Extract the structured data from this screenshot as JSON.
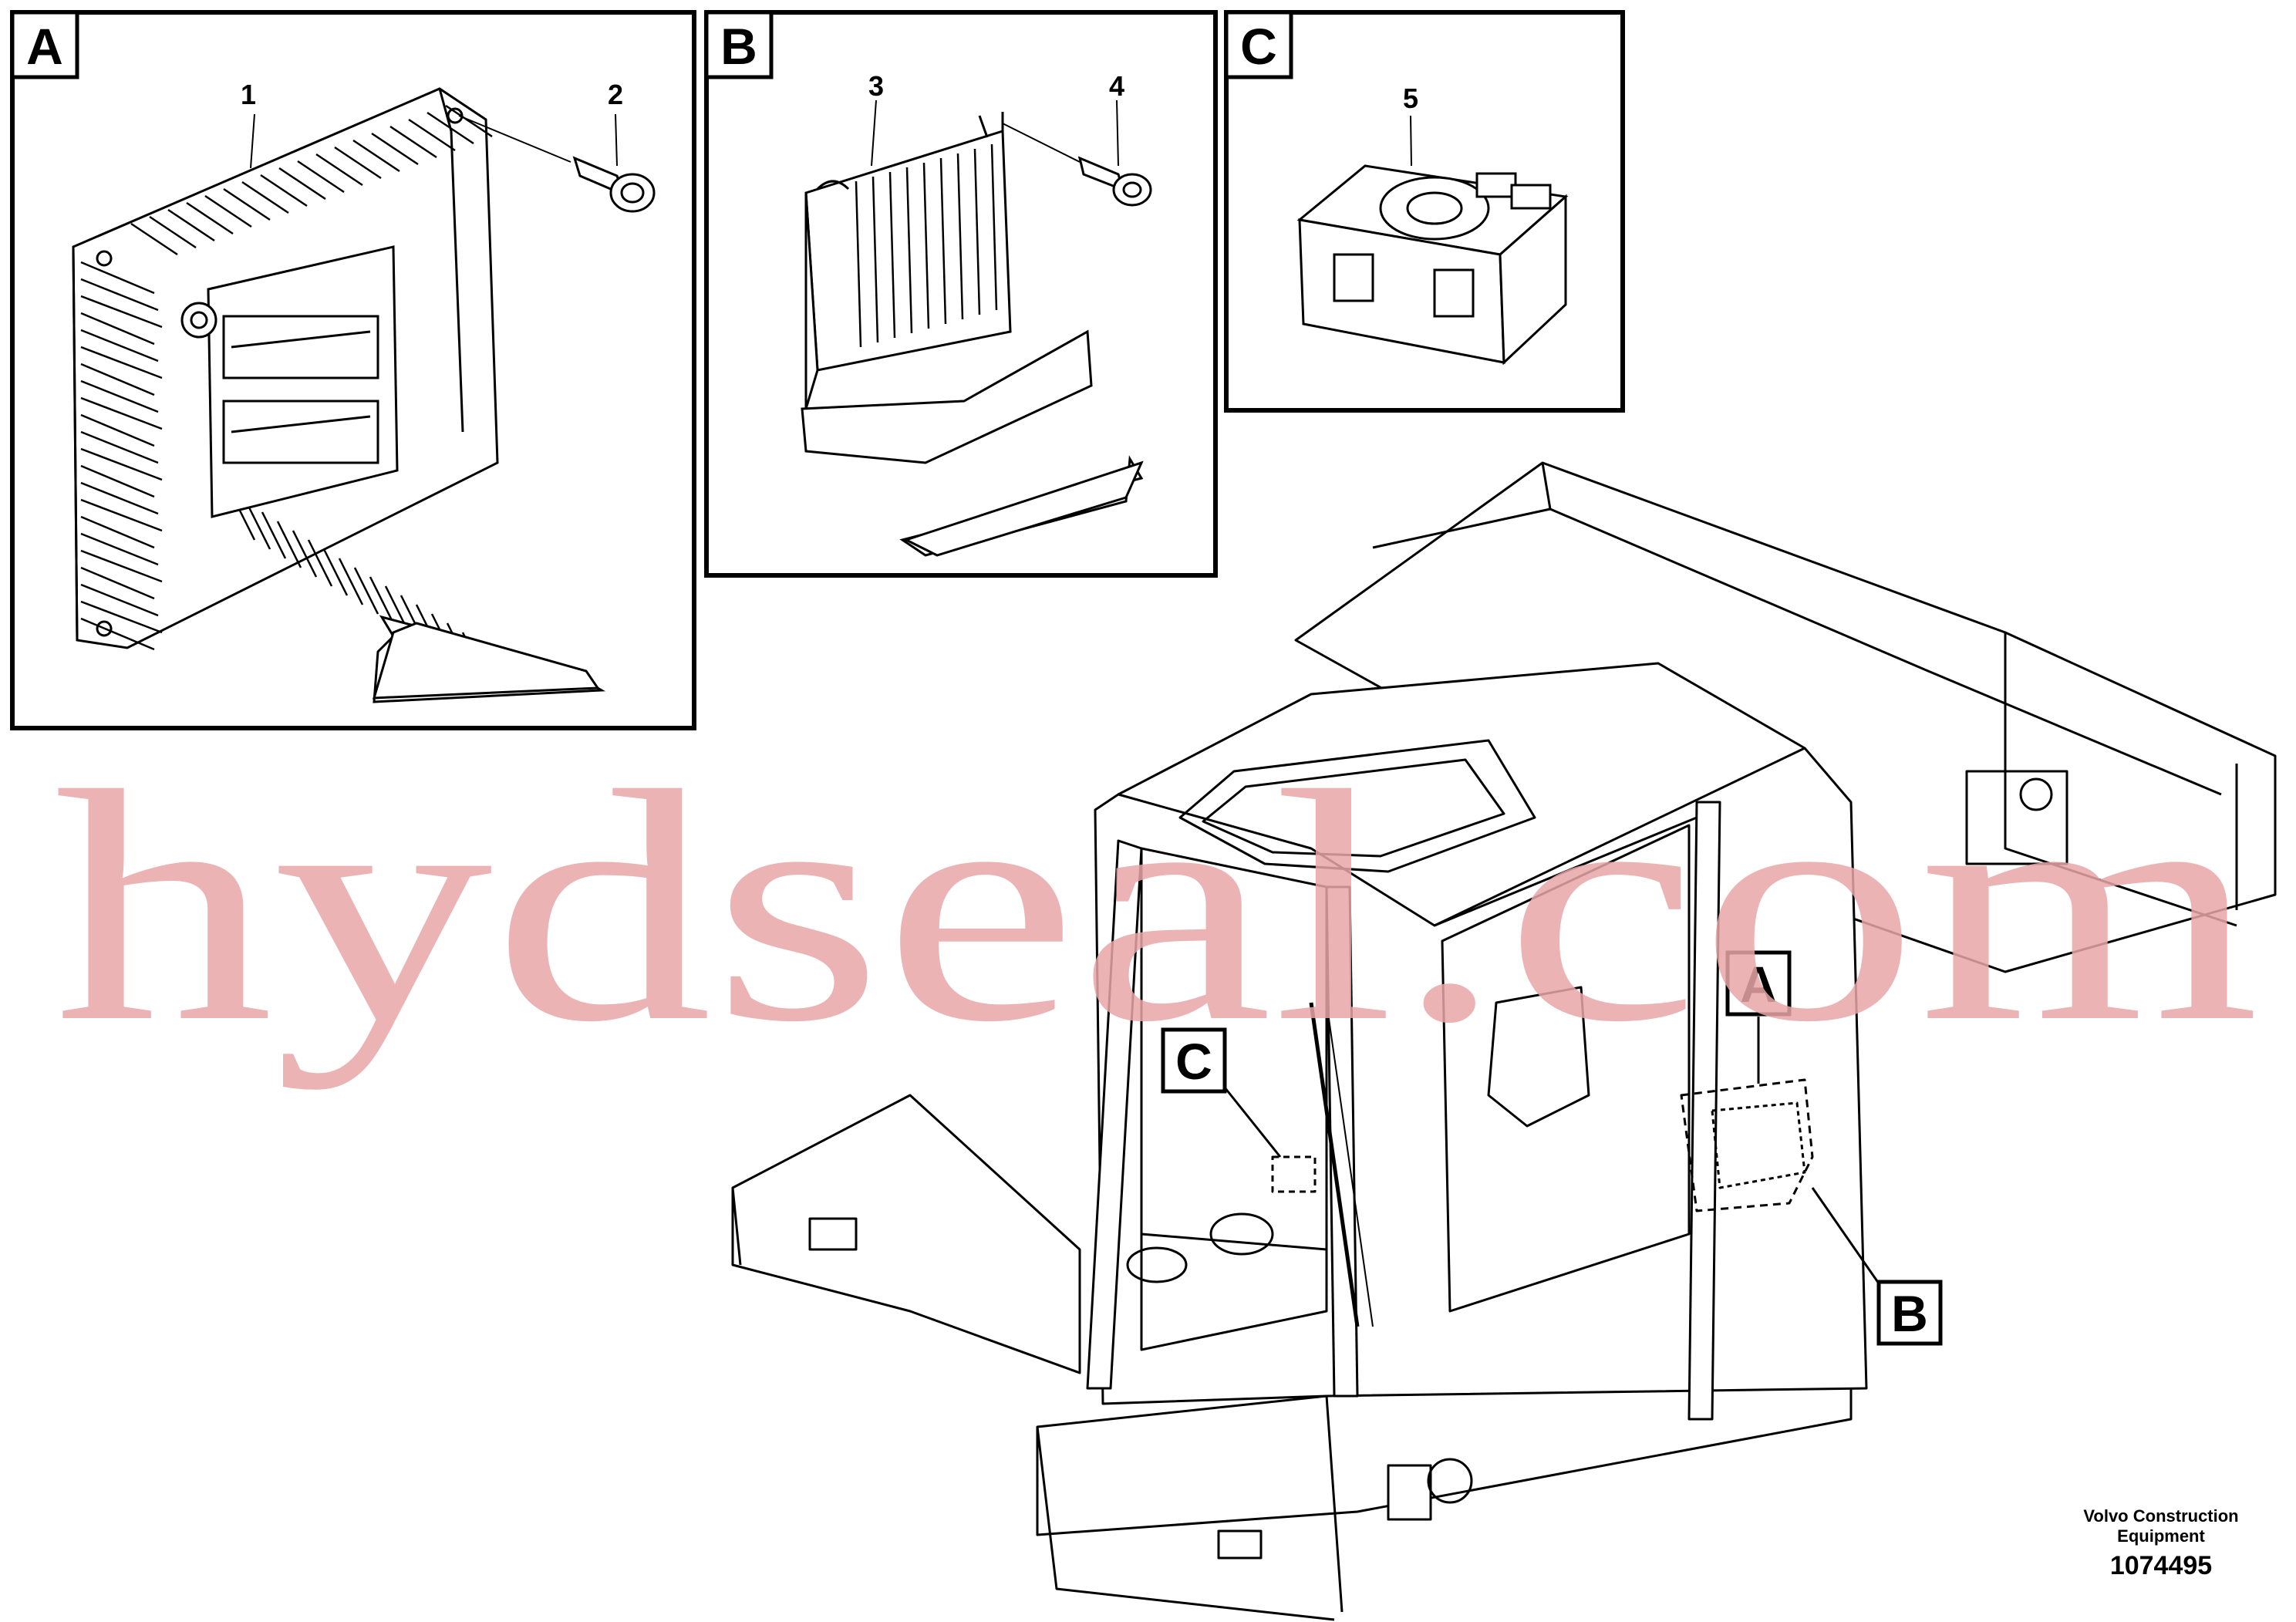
{
  "panels": [
    {
      "letter": "A",
      "callouts": [
        "1",
        "2"
      ]
    },
    {
      "letter": "B",
      "callouts": [
        "3",
        "4"
      ]
    },
    {
      "letter": "C",
      "callouts": [
        "5"
      ]
    }
  ],
  "locator_labels": {
    "a": "A",
    "b": "B",
    "c": "C"
  },
  "footer": {
    "company_line1": "Volvo Construction",
    "company_line2": "Equipment",
    "drawing_number": "1074495"
  },
  "watermark": {
    "text": "hydseal.com",
    "color": "#e8a6a6"
  }
}
